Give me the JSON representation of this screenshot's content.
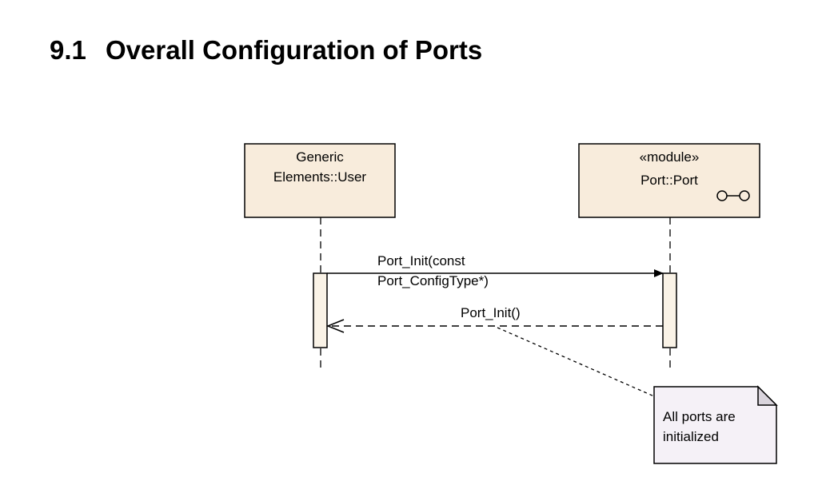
{
  "heading": {
    "number": "9.1",
    "title": "Overall Configuration of Ports"
  },
  "diagram": {
    "lifeline_left": {
      "line1": "Generic",
      "line2": "Elements::User"
    },
    "lifeline_right": {
      "stereotype": "«module»",
      "name": "Port::Port"
    },
    "message_call": {
      "line1": "Port_Init(const",
      "line2": "Port_ConfigType*)"
    },
    "message_return": {
      "label": "Port_Init()"
    },
    "note": {
      "line1": "All ports are",
      "line2": "initialized"
    },
    "colors": {
      "lifeline_fill": "#f8ecdc",
      "activation_fill": "#faf3e7",
      "note_fill": "#f5f1f7",
      "stroke": "#000000"
    }
  }
}
